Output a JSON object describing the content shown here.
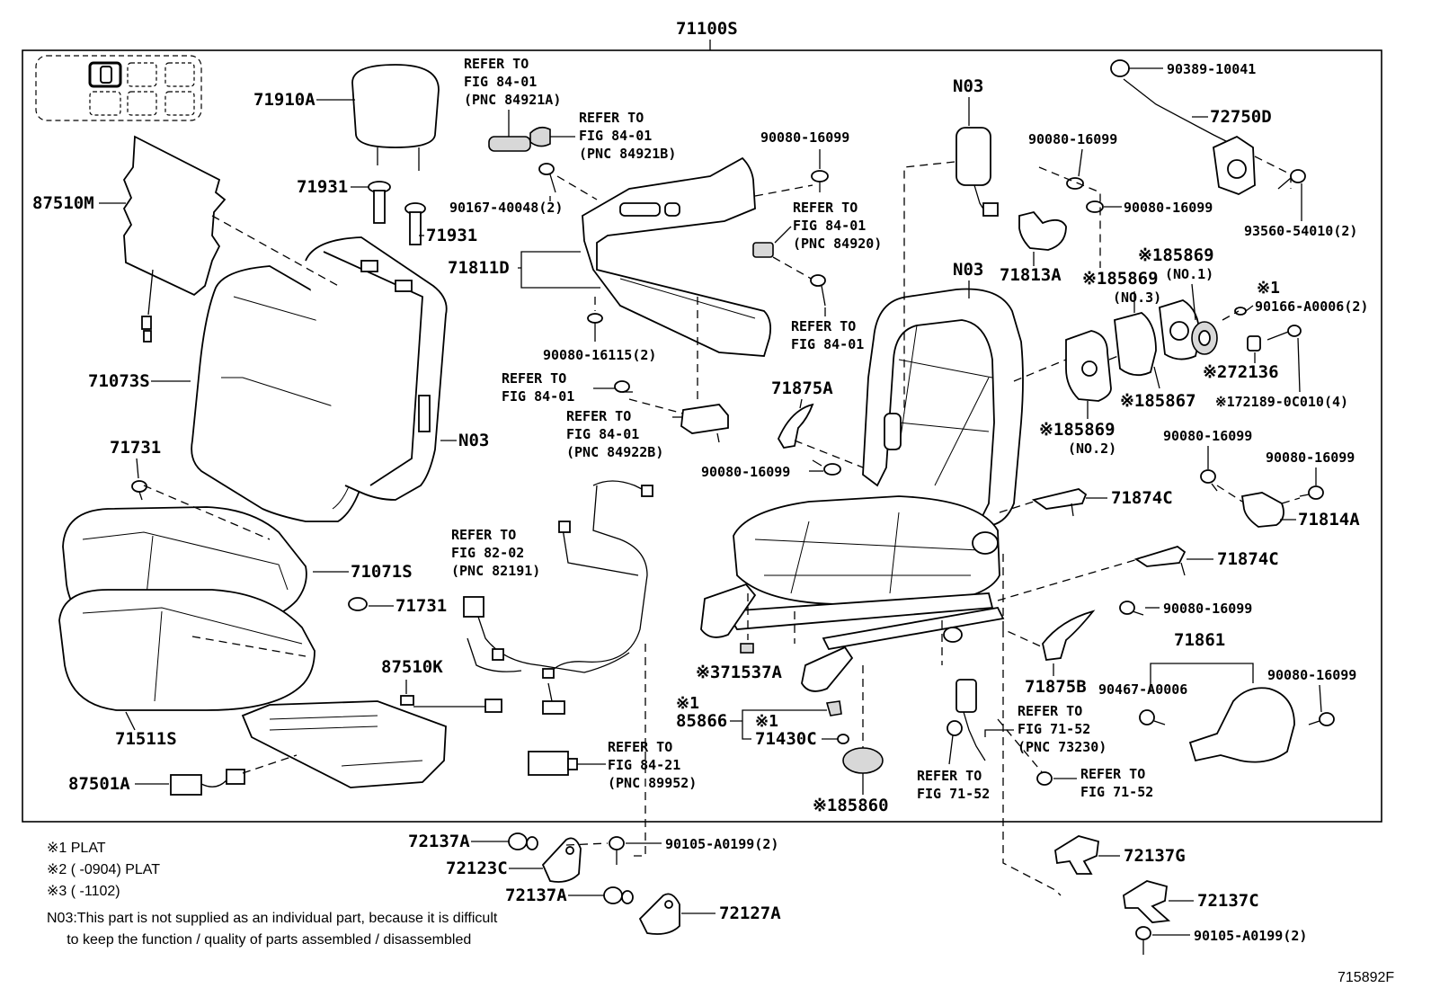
{
  "assembly": "71100S",
  "figure_code": "715892F",
  "parts": {
    "p71910A": "71910A",
    "p87510M": "87510M",
    "p71931a": "71931",
    "p71931b": "71931",
    "p71073S": "71073S",
    "pN03back": "N03",
    "p71731a": "71731",
    "p71071S": "71071S",
    "p71731b": "71731",
    "p71511S": "71511S",
    "p87510K": "87510K",
    "p87501A": "87501A",
    "p71811D": "71811D",
    "p90167": "90167-40048(2)",
    "p90080_16115": "90080-16115(2)",
    "p90080_top": "90080-16099",
    "p90080_mid": "90080-16099",
    "p71875A": "71875A",
    "pN03top": "N03",
    "pN03mid": "N03",
    "p90080_a": "90080-16099",
    "p90080_b": "90080-16099",
    "p71813A": "71813A",
    "p90389": "90389-10041",
    "p72750D": "72750D",
    "p93560": "93560-54010(2)",
    "p85869_1": "※185869",
    "p85869_1sub": "(NO.1)",
    "p85869_3": "※185869",
    "p85869_3sub": "(NO.3)",
    "p90166_mark": "※1",
    "p90166": "90166-A0006(2)",
    "p72136": "※272136",
    "p85867": "※185867",
    "p72189": "※172189-0C010(4)",
    "p85869_2": "※185869",
    "p85869_2sub": "(NO.2)",
    "p90080_c": "90080-16099",
    "p90080_d": "90080-16099",
    "p71814A": "71814A",
    "p71874C_a": "71874C",
    "p71874C_b": "71874C",
    "p90080_e": "90080-16099",
    "p71875B": "71875B",
    "p71861": "71861",
    "p90467": "90467-A0006",
    "p90080_f": "90080-16099",
    "p71537A": "※371537A",
    "p85866_mark": "※1",
    "p85866": "85866",
    "p71430C_mark": "※1",
    "p71430C": "71430C",
    "p85860": "※185860",
    "p72137A_a": "72137A",
    "p72123C": "72123C",
    "p90105_a": "90105-A0199(2)",
    "p72137A_b": "72137A",
    "p72127A": "72127A",
    "p72137G": "72137G",
    "p72137C": "72137C",
    "p90105_b": "90105-A0199(2)"
  },
  "refs": {
    "r1": [
      "REFER TO",
      "FIG 84-01",
      "(PNC 84921A)"
    ],
    "r2": [
      "REFER TO",
      "FIG 84-01",
      "(PNC 84921B)"
    ],
    "r3": [
      "REFER TO",
      "FIG 84-01",
      "(PNC 84920)"
    ],
    "r4": [
      "REFER TO",
      "FIG 84-01"
    ],
    "r5": [
      "REFER TO",
      "FIG 84-01"
    ],
    "r6": [
      "REFER TO",
      "FIG 84-01",
      "(PNC 84922B)"
    ],
    "r7": [
      "REFER TO",
      "FIG 82-02",
      "(PNC 82191)"
    ],
    "r8": [
      "REFER TO",
      "FIG 84-21",
      "(PNC 89952)"
    ],
    "r9": [
      "REFER TO",
      "FIG 71-52",
      "(PNC 73230)"
    ],
    "r10": [
      "REFER TO",
      "FIG 71-52"
    ],
    "r11": [
      "REFER TO",
      "FIG 71-52"
    ]
  },
  "notes": [
    "※1 PLAT",
    "※2 (       -0904) PLAT",
    "※3 (       -1102)",
    "N03:This part is not supplied as an individual part, because it is difficult",
    "     to keep the function / quality of parts assembled / disassembled"
  ]
}
